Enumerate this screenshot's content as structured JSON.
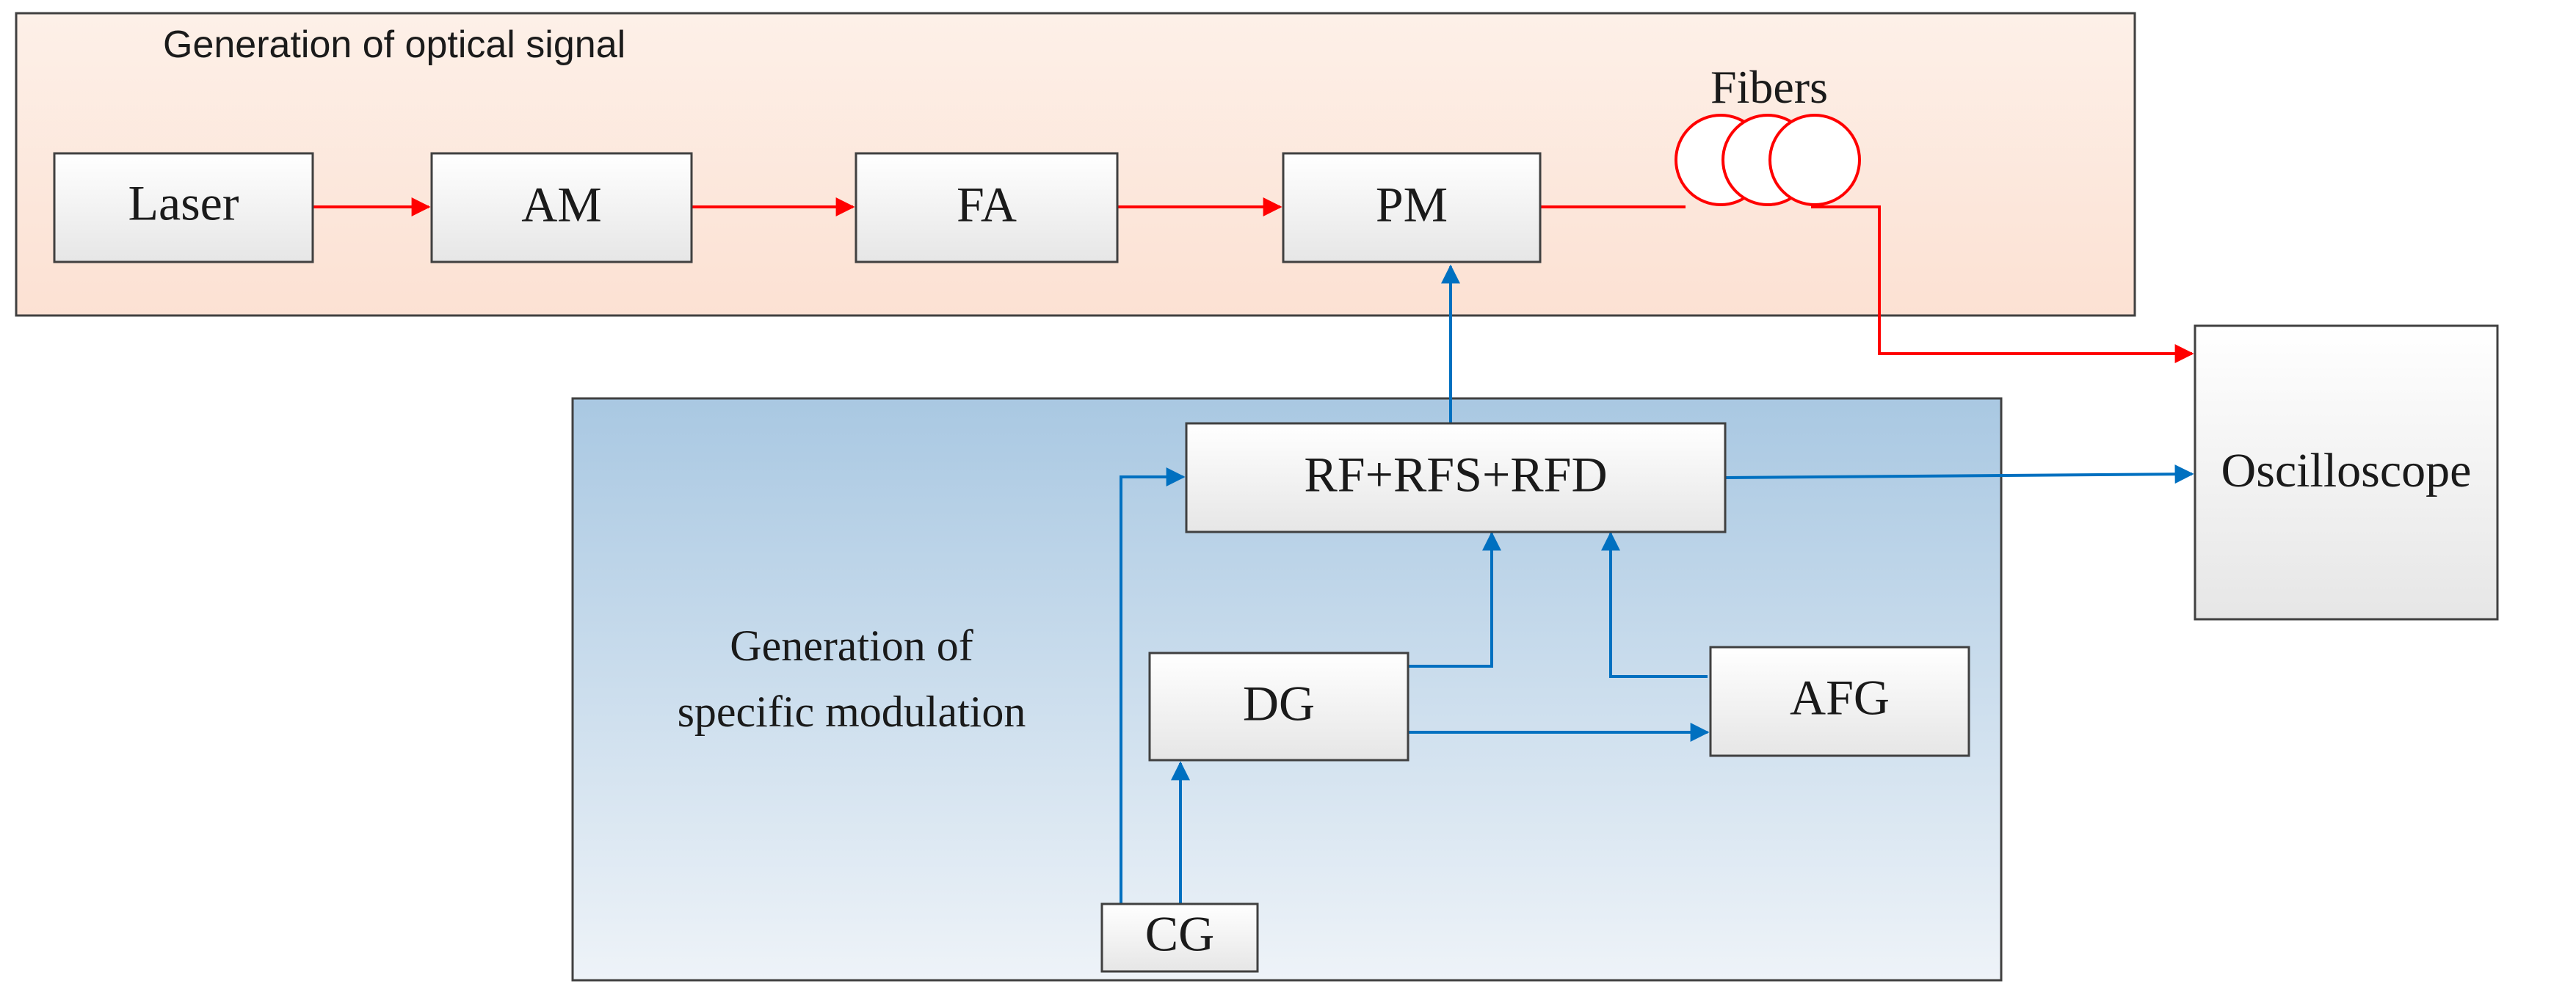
{
  "optical_section": {
    "title": "Generation of optical signal",
    "fill_color": "#fce1d3",
    "fill_color_light": "#fdf0e8"
  },
  "modulation_section": {
    "title_line1": "Generation of",
    "title_line2": "specific modulation",
    "fill_color": "#a9c8e2",
    "fill_color_light": "#eef3f8"
  },
  "blocks": {
    "laser": "Laser",
    "am": "AM",
    "fa": "FA",
    "pm": "PM",
    "fibers": "Fibers",
    "oscilloscope": "Oscilloscope",
    "rf": "RF+RFS+RFD",
    "dg": "DG",
    "afg": "AFG",
    "cg": "CG"
  },
  "colors": {
    "optical_path": "#ff0000",
    "electrical_path": "#0070c0",
    "block_border": "#404040",
    "block_fill_top": "#ffffff",
    "block_fill_bottom": "#e6e6e6"
  }
}
